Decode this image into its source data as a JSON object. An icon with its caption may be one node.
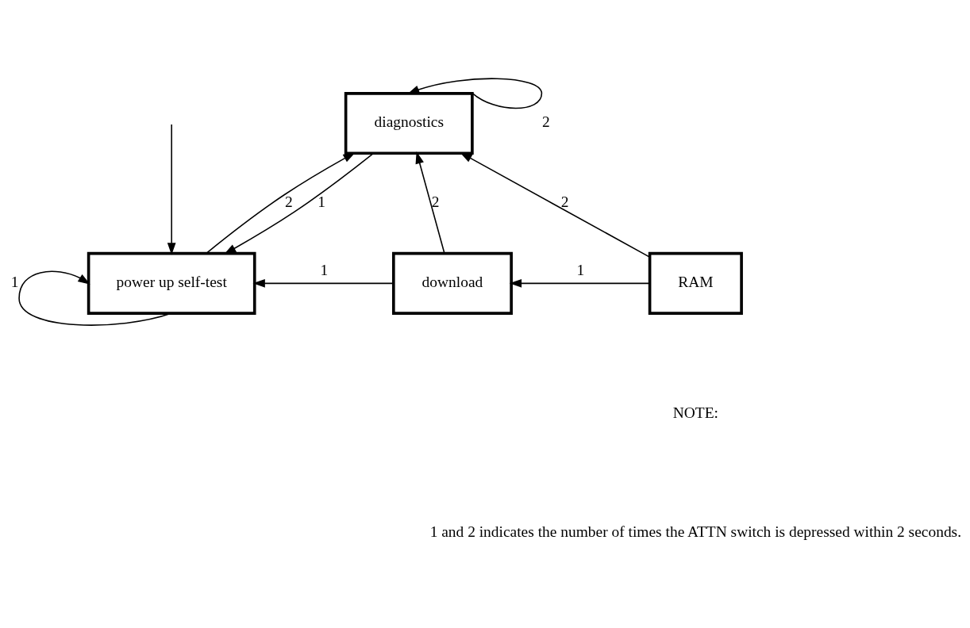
{
  "diagram": {
    "nodes": [
      {
        "text": [
          "diagnostics"
        ]
      },
      {
        "text": [
          "power up self-test"
        ]
      },
      {
        "text": [
          "download"
        ]
      },
      {
        "text": [
          "RAM"
        ]
      }
    ],
    "edges": [
      {
        "from": 0,
        "to": 0,
        "arrow": "to",
        "label": "2"
      },
      {
        "from": 0,
        "to": 1,
        "arrow": "to",
        "label": "1"
      },
      {
        "from": 1,
        "to": 0,
        "arrow": "to",
        "label": "2"
      },
      {
        "from": 2,
        "to": 0,
        "arrow": "to",
        "label": "2"
      },
      {
        "from": 3,
        "to": 0,
        "arrow": "to",
        "label": "2"
      },
      {
        "from": null,
        "to": 1,
        "arrow": "to"
      },
      {
        "from": 2,
        "to": 1,
        "arrow": "to",
        "label": "1"
      },
      {
        "from": 3,
        "to": 2,
        "arrow": "to",
        "label": "1"
      },
      {
        "from": 1,
        "to": 1,
        "arrow": "to",
        "label": "1"
      }
    ],
    "labels": [
      "NOTE:",
      "1 and 2 indicates the number of times the ATTN switch is depressed within 2 seconds."
    ]
  }
}
